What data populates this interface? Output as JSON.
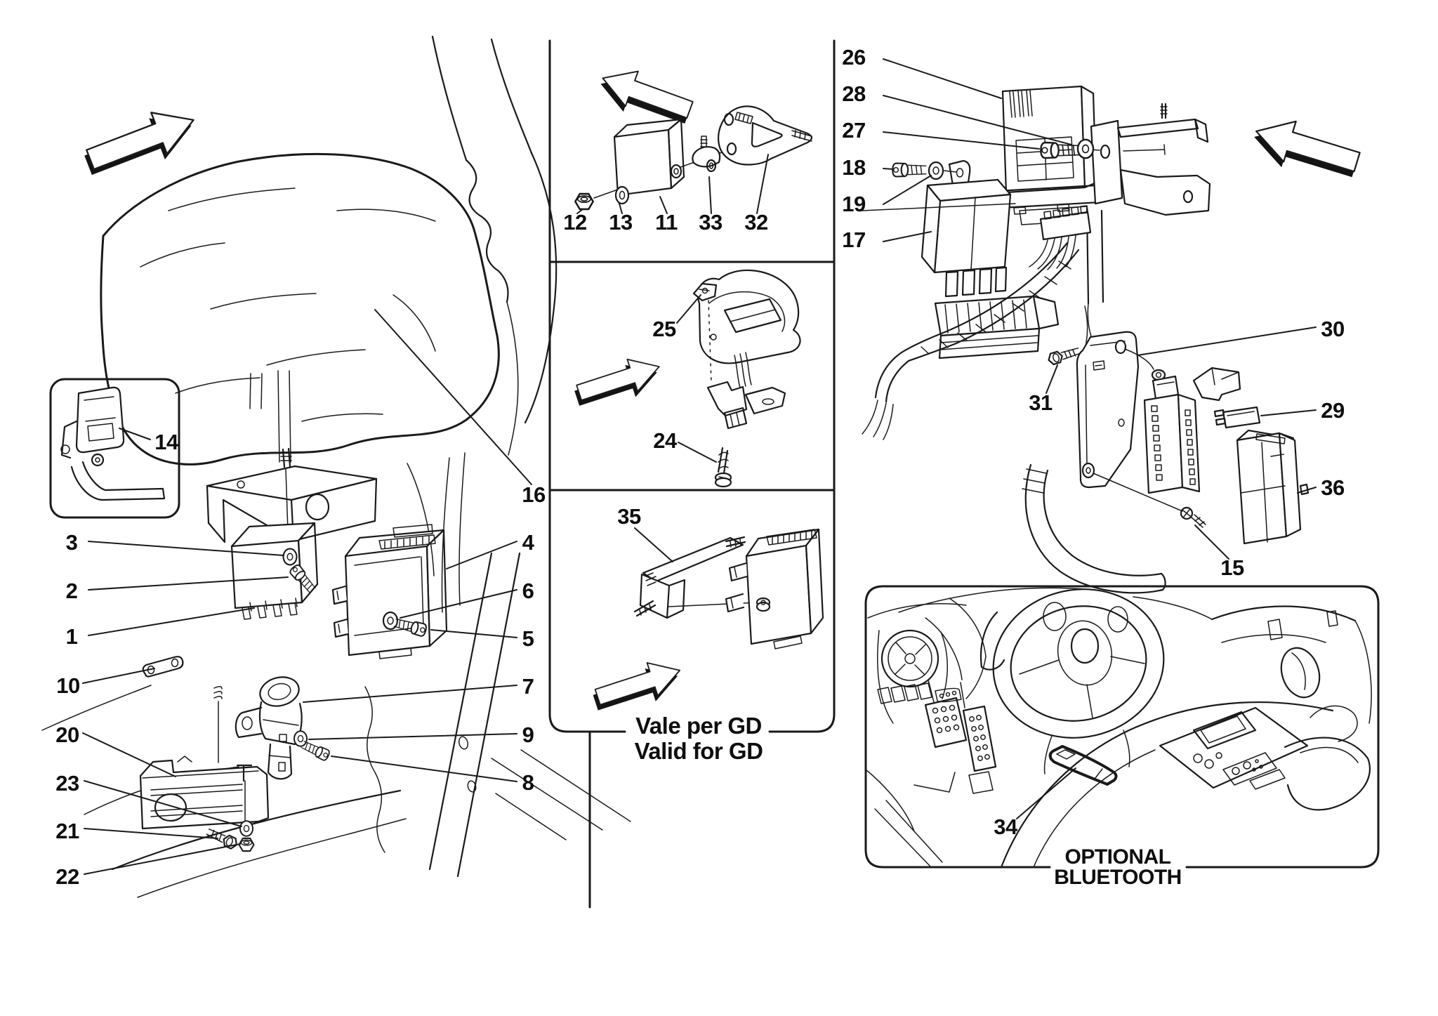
{
  "figure": {
    "background": "#ffffff",
    "line_color": "#1a1a1a",
    "text_color": "#0e0e0e"
  },
  "captions": {
    "gd": {
      "line1": "Vale per GD",
      "line2": "Valid for GD"
    },
    "bluetooth": {
      "line1": "OPTIONAL",
      "line2": "BLUETOOTH"
    }
  },
  "callouts": {
    "c1": "1",
    "c2": "2",
    "c3": "3",
    "c4": "4",
    "c5": "5",
    "c6": "6",
    "c7": "7",
    "c8": "8",
    "c9": "9",
    "c10": "10",
    "c11": "11",
    "c12": "12",
    "c13": "13",
    "c14": "14",
    "c15": "15",
    "c16": "16",
    "c17": "17",
    "c18": "18",
    "c19": "19",
    "c20": "20",
    "c21": "21",
    "c22": "22",
    "c23": "23",
    "c24": "24",
    "c25": "25",
    "c26": "26",
    "c27": "27",
    "c28": "28",
    "c29": "29",
    "c30": "30",
    "c31": "31",
    "c32": "32",
    "c33": "33",
    "c34": "34",
    "c35": "35",
    "c36": "36"
  }
}
